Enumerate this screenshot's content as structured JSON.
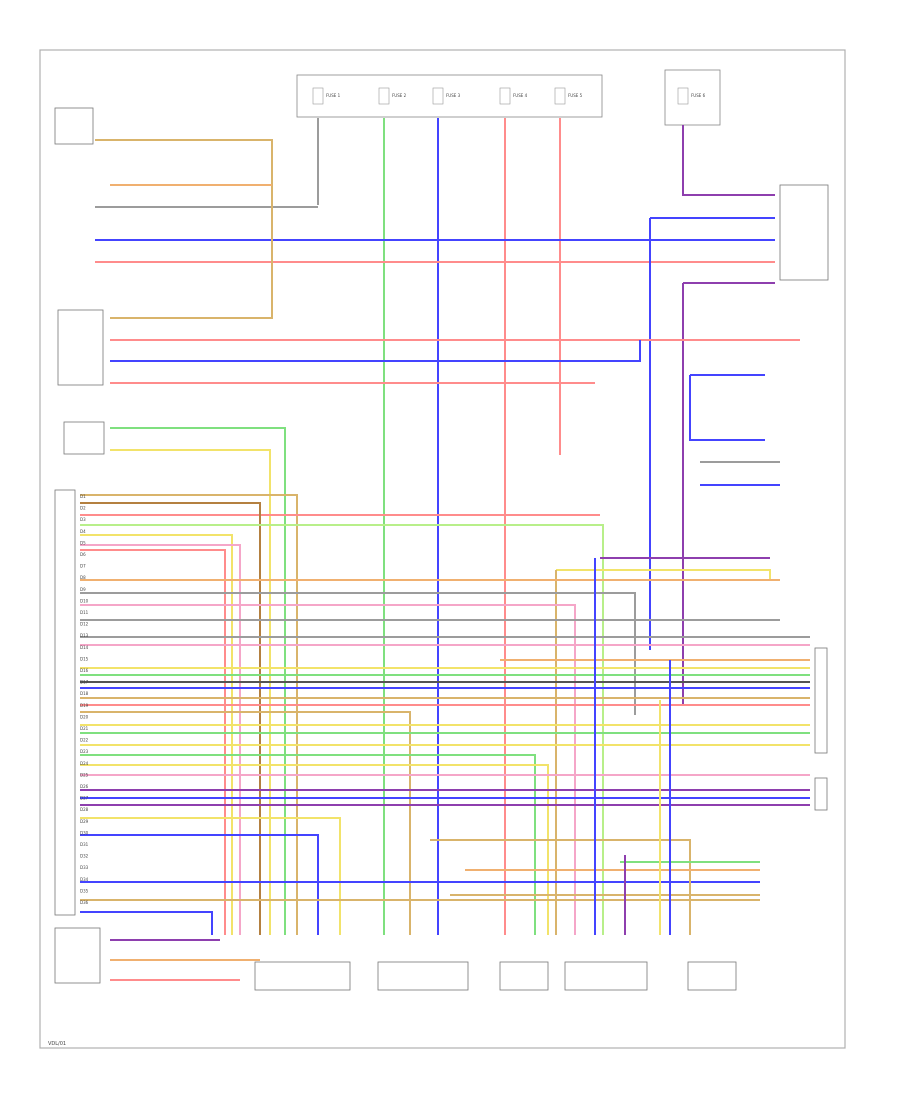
{
  "diagram": {
    "footer_code": "VDL/01",
    "frame_color": "#b0b0b0",
    "wire_colors": {
      "red": "#ff8c8c",
      "blue": "#4444ff",
      "green": "#7fe07f",
      "yellow": "#f2e36a",
      "tan": "#d9b46b",
      "purple": "#8e3fae",
      "gray": "#9c9c9c",
      "orange": "#f0b070",
      "pink": "#f5a6c8",
      "lightgreen": "#b8ef8a",
      "brown": "#b48040",
      "black": "#555555"
    },
    "connector_pins": [
      "D1",
      "D2",
      "D3",
      "D4",
      "D5",
      "D6",
      "D7",
      "D8",
      "D9",
      "D10",
      "D11",
      "D12",
      "D13",
      "D14",
      "D15",
      "D16",
      "D17",
      "D18",
      "D19",
      "D20",
      "D21",
      "D22",
      "D23",
      "D24",
      "D25",
      "D26",
      "D27",
      "D28",
      "D29",
      "D30",
      "D31",
      "D32",
      "D33",
      "D34",
      "D35",
      "D36"
    ],
    "fuses": [
      "FUSE 1",
      "FUSE 2",
      "FUSE 3",
      "FUSE 4",
      "FUSE 5",
      "FUSE 6"
    ]
  }
}
